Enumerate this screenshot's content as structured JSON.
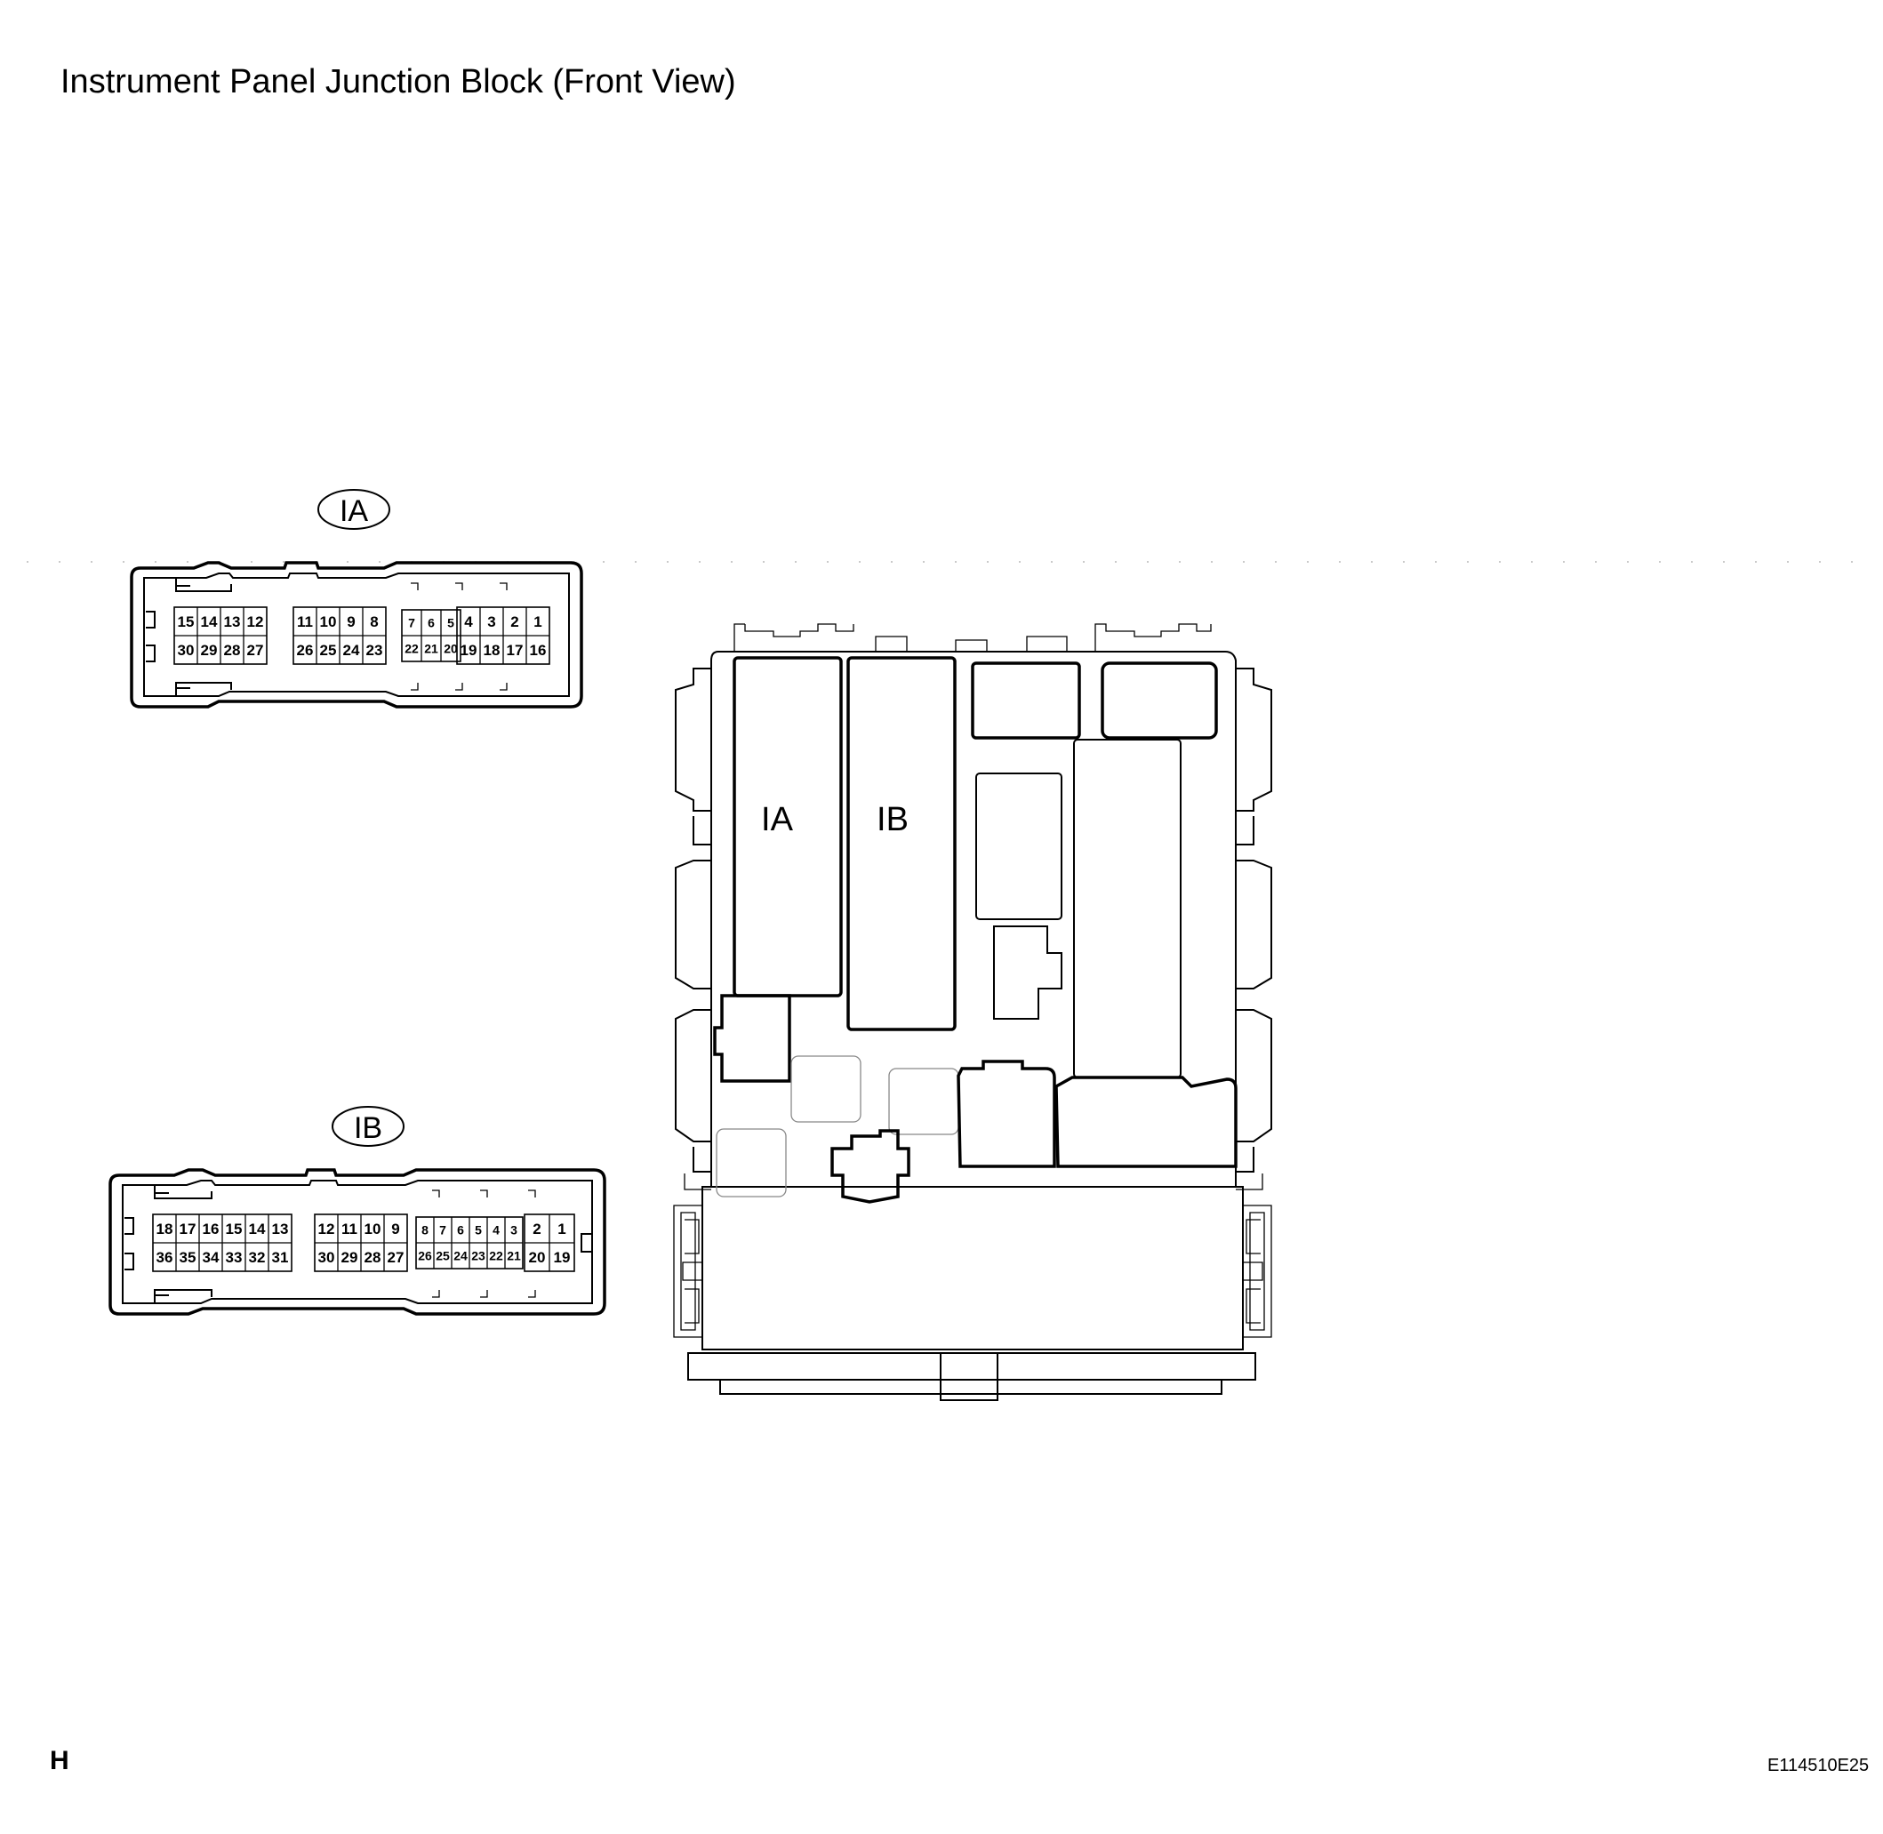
{
  "title": "Instrument Panel Junction Block (Front View)",
  "footer": {
    "left": "H",
    "right": "E114510E25"
  },
  "block_labels": {
    "ia": "IA",
    "ib": "IB"
  },
  "connector_ia": {
    "tag": "IA",
    "groups": [
      {
        "top": [
          "15",
          "14",
          "13",
          "12"
        ],
        "bottom": [
          "30",
          "29",
          "28",
          "27"
        ]
      },
      {
        "top": [
          "11",
          "10",
          "9",
          "8"
        ],
        "bottom": [
          "26",
          "25",
          "24",
          "23"
        ]
      },
      {
        "top": [
          "7",
          "6",
          "5"
        ],
        "bottom": [
          "22",
          "21",
          "20"
        ]
      },
      {
        "top": [
          "4",
          "3",
          "2",
          "1"
        ],
        "bottom": [
          "19",
          "18",
          "17",
          "16"
        ]
      }
    ]
  },
  "connector_ib": {
    "tag": "IB",
    "groups": [
      {
        "top": [
          "18",
          "17",
          "16",
          "15",
          "14",
          "13"
        ],
        "bottom": [
          "36",
          "35",
          "34",
          "33",
          "32",
          "31"
        ]
      },
      {
        "top": [
          "12",
          "11",
          "10",
          "9"
        ],
        "bottom": [
          "30",
          "29",
          "28",
          "27"
        ]
      },
      {
        "top": [
          "8",
          "7",
          "6",
          "5",
          "4",
          "3"
        ],
        "bottom": [
          "26",
          "25",
          "24",
          "23",
          "22",
          "21"
        ]
      },
      {
        "top": [
          "2",
          "1"
        ],
        "bottom": [
          "20",
          "19"
        ]
      }
    ]
  }
}
